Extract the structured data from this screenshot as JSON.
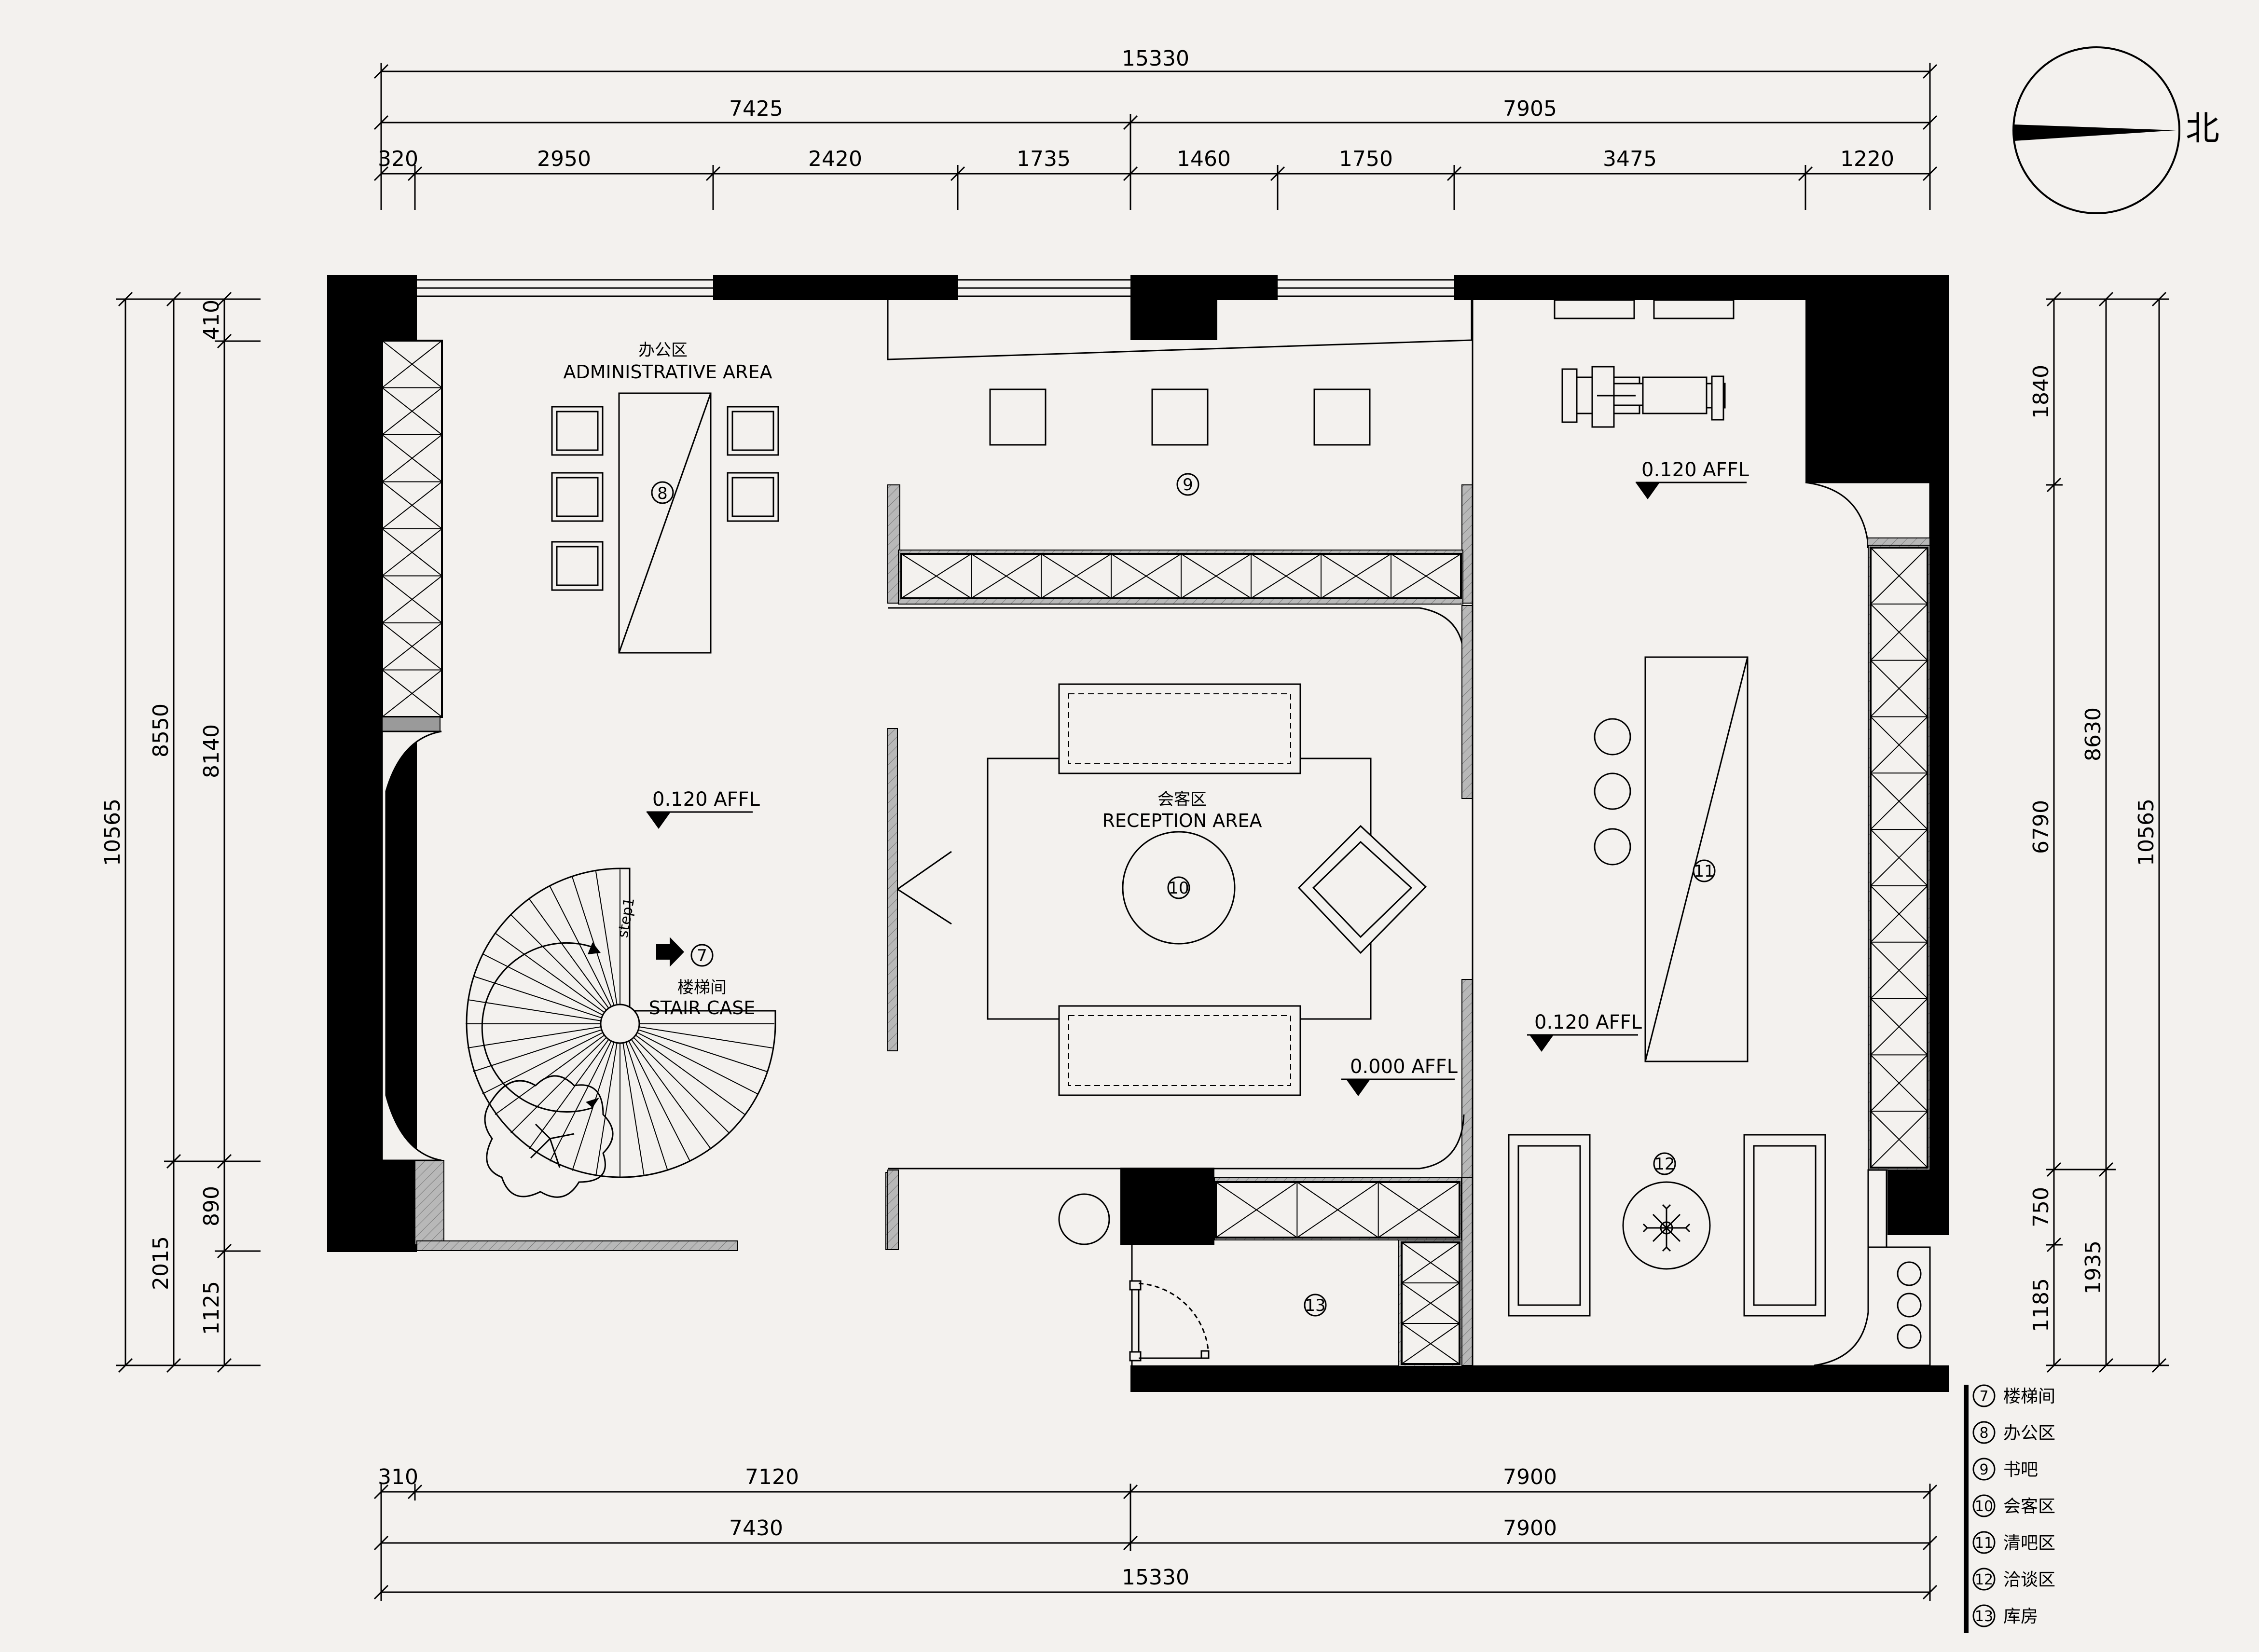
{
  "dimensions": {
    "top": {
      "total": "15330",
      "halves": [
        "7425",
        "7905"
      ],
      "segments": [
        "320",
        "2950",
        "2420",
        "1735",
        "1460",
        "1750",
        "3475",
        "1220"
      ]
    },
    "bottom": {
      "row1": [
        "310",
        "7120",
        "7900"
      ],
      "row2": [
        "7430",
        "7900"
      ],
      "total": "15330"
    },
    "left": {
      "outer_total": "10565",
      "mid_a": "8550",
      "mid_b": "2015",
      "inner": [
        "410",
        "8140",
        "890",
        "1125"
      ]
    },
    "right": {
      "outer_total": "10565",
      "mid_a": "8630",
      "mid_b": "1935",
      "inner": [
        "1840",
        "6790",
        "750",
        "1185"
      ]
    }
  },
  "compass": {
    "label": "北"
  },
  "areas": {
    "admin": {
      "cn": "办公区",
      "en": "ADMINISTRATIVE AREA",
      "num": "8"
    },
    "reception": {
      "cn": "会客区",
      "en": "RECEPTION AREA",
      "num": "10"
    },
    "stair": {
      "cn": "楼梯间",
      "en": "STAIR CASE",
      "num": "7",
      "step_label": "step1"
    },
    "book_bar": {
      "num": "9"
    },
    "bar": {
      "num": "11"
    },
    "negotiation": {
      "num": "12"
    },
    "storage": {
      "num": "13"
    }
  },
  "levels": {
    "admin": "0.120 AFFL",
    "north": "0.120 AFFL",
    "bar": "0.120 AFFL",
    "reception": "0.000 AFFL"
  },
  "legend": [
    {
      "num": "7",
      "label": "楼梯间"
    },
    {
      "num": "8",
      "label": "办公区"
    },
    {
      "num": "9",
      "label": "书吧"
    },
    {
      "num": "10",
      "label": "会客区"
    },
    {
      "num": "11",
      "label": "清吧区"
    },
    {
      "num": "12",
      "label": "洽谈区"
    },
    {
      "num": "13",
      "label": "库房"
    }
  ]
}
